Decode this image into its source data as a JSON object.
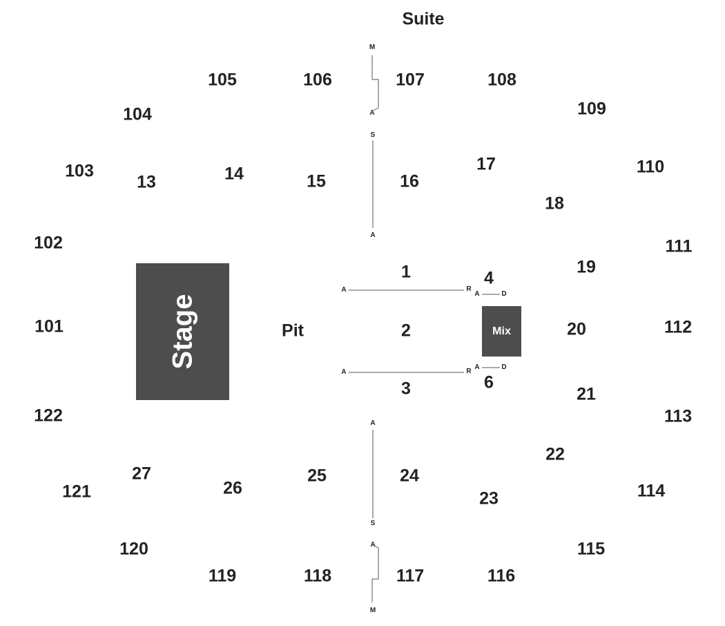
{
  "venue": {
    "suite_label": "Suite",
    "stage_label": "Stage",
    "pit_label": "Pit",
    "mix_label": "Mix"
  },
  "sections": {
    "s101": "101",
    "s102": "102",
    "s103": "103",
    "s104": "104",
    "s105": "105",
    "s106": "106",
    "s107": "107",
    "s108": "108",
    "s109": "109",
    "s110": "110",
    "s111": "111",
    "s112": "112",
    "s113": "113",
    "s114": "114",
    "s115": "115",
    "s116": "116",
    "s117": "117",
    "s118": "118",
    "s119": "119",
    "s120": "120",
    "s121": "121",
    "s122": "122",
    "s1": "1",
    "s2": "2",
    "s3": "3",
    "s4": "4",
    "s6": "6",
    "s13": "13",
    "s14": "14",
    "s15": "15",
    "s16": "16",
    "s17": "17",
    "s18": "18",
    "s19": "19",
    "s20": "20",
    "s21": "21",
    "s22": "22",
    "s23": "23",
    "s24": "24",
    "s25": "25",
    "s26": "26",
    "s27": "27"
  },
  "row_labels": {
    "top_m": "M",
    "top_a": "A",
    "upper_s": "S",
    "upper_a": "A",
    "row1_a": "A",
    "row1_r": "R",
    "row4_a": "A",
    "row4_d": "D",
    "row3_a": "A",
    "row3_r": "R",
    "row6_a": "A",
    "row6_d": "D",
    "lower_a": "A",
    "lower_s": "S",
    "bottom_a": "A",
    "bottom_m": "M"
  }
}
